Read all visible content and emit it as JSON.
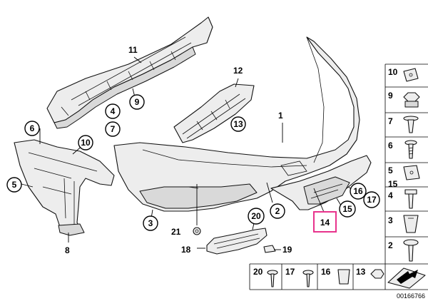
{
  "callouts": {
    "c1": "1",
    "c2": "2",
    "c3": "3",
    "c4": "4",
    "c5": "5",
    "c6": "6",
    "c7": "7",
    "c8": "8",
    "c9": "9",
    "c10": "10",
    "c11": "11",
    "c12": "12",
    "c13": "13",
    "c14": "14",
    "c15": "15",
    "c16": "16",
    "c17": "17",
    "c18": "18",
    "c19": "19",
    "c20": "20",
    "c21": "21"
  },
  "side_legend": [
    "10",
    "9",
    "7",
    "6",
    "5",
    "15",
    "4",
    "3",
    "2"
  ],
  "bottom_legend": [
    "20",
    "17",
    "16",
    "13"
  ],
  "highlight_color": "#e8338c",
  "reference_number": "00166766"
}
